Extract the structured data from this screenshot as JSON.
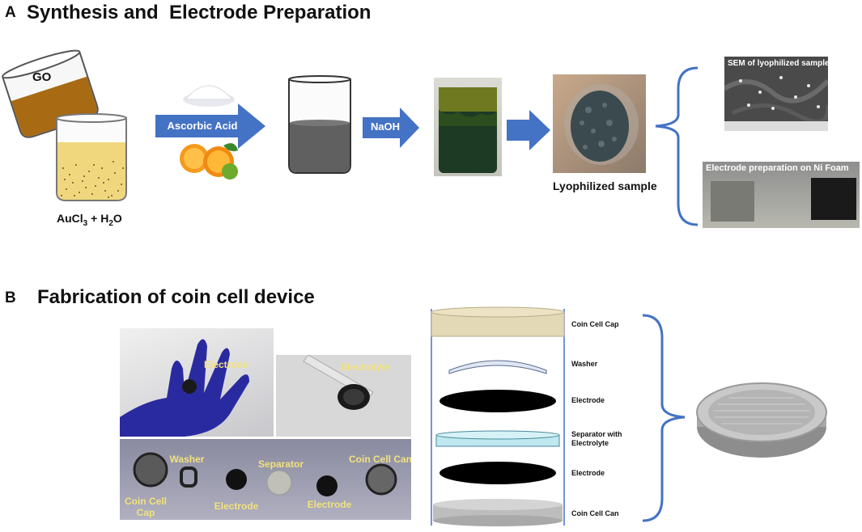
{
  "panel_a": {
    "letter": "A",
    "title": "Synthesis and  Electrode Preparation",
    "beaker_go_label": "GO",
    "aucl_label_main": "AuCl",
    "aucl_sub": "3",
    "aucl_mid": " + H",
    "aucl_sub2": "2",
    "aucl_end": "O",
    "arrow1_label": "Ascorbic Acid",
    "arrow2_label": "NaOH",
    "lyophilized_label": "Lyophilized sample",
    "sem_caption": "SEM of lyophilized sample",
    "ni_foam_caption": "Electrode preparation on Ni Foam"
  },
  "panel_b": {
    "letter": "B",
    "title": "Fabrication of coin cell device",
    "glove_label": "Electrode",
    "pipette_label": "Electrolyte",
    "parts": {
      "coin_cell_cap": "Coin Cell\nCap",
      "washer": "Washer",
      "electrode1": "Electrode",
      "separator": "Separator",
      "electrode2": "Electrode",
      "coin_cell_can": "Coin Cell Can"
    },
    "stack": {
      "cap": "Coin Cell Cap",
      "washer": "Washer",
      "electrode_top": "Electrode",
      "separator": "Separator with\nElectrolyte",
      "electrode_bottom": "Electrode",
      "can": "Coin Cell Can"
    }
  },
  "colors": {
    "arrow_blue": "#4472c4",
    "brace_blue": "#4472c4",
    "go_brown": "#a86a12",
    "gold_liquid": "#f0d77e",
    "gel_grey": "#606060",
    "yellow_label": "#f2e27a"
  }
}
